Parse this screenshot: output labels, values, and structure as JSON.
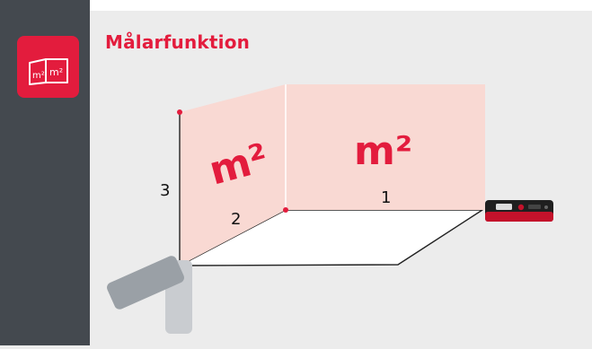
{
  "header": {
    "title": "Målarfunktion",
    "icon": "painter-function-icon"
  },
  "icon_labels": {
    "left_face": "m²",
    "right_face": "m²"
  },
  "scene": {
    "left_wall_label": "m²",
    "right_wall_label": "m²",
    "dimensions": {
      "height": "3",
      "depth": "2",
      "width": "1"
    }
  },
  "colors": {
    "accent": "#e31c3d",
    "sidebar": "#44494f",
    "wall_fill": "#f9d9d3",
    "background": "#ececec"
  }
}
